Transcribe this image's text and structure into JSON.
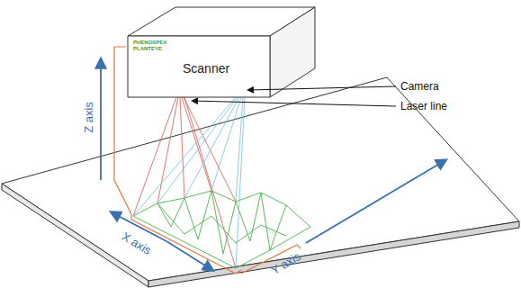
{
  "diagram": {
    "nodes": [
      {
        "text": [
          "PHENOSPEX PLANTEYE",
          "Scanner"
        ]
      }
    ],
    "labels": [
      "Camera",
      "Laser line",
      "Z axis",
      "X axis",
      "Y axis"
    ]
  }
}
